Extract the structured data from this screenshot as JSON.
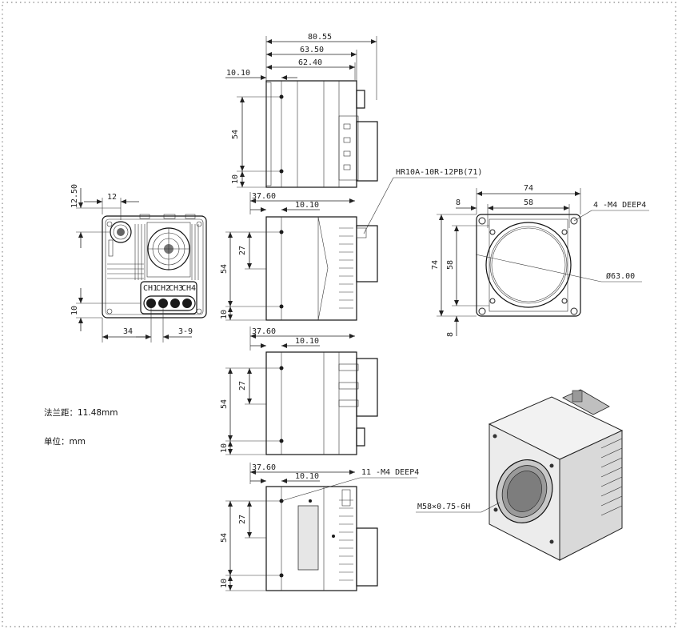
{
  "info": {
    "flange_label": "法兰距：11.48mm",
    "unit_label": "单位：mm"
  },
  "dimensions": {
    "d80_55": "80.55",
    "d63_50": "63.50",
    "d62_40": "62.40",
    "d10_10": "10.10",
    "d54": "54",
    "d10": "10",
    "d12_50": "12.50",
    "d12": "12",
    "d34": "34",
    "d3_9": "3-9",
    "d37_60": "37.60",
    "d27": "27",
    "d74": "74",
    "d58": "58",
    "d8": "8",
    "d63_00": "Ø63.00"
  },
  "callouts": {
    "connector": "HR10A-10R-12PB(71)",
    "holes_front": "4 -M4 DEEP4",
    "holes_bottom": "11 -M4 DEEP4",
    "thread": "M58×0.75-6H"
  },
  "channels": [
    "CH1",
    "CH2",
    "CH3",
    "CH4"
  ]
}
